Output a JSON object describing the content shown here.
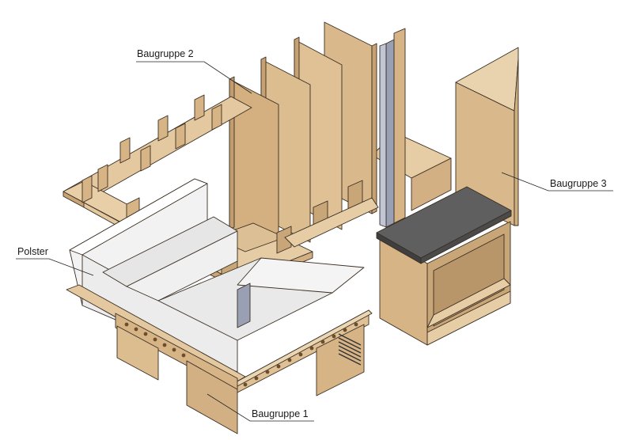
{
  "labels": {
    "baugruppe_1": "Baugruppe 1",
    "baugruppe_2": "Baugruppe 2",
    "baugruppe_3": "Baugruppe 3",
    "polster": "Polster"
  },
  "colors": {
    "wood_light": "#e4c9a0",
    "wood_mid": "#d6b486",
    "wood_dark": "#b9966a",
    "upholstery": "#f2f2f2",
    "upholstery_shade": "#dcdcdc",
    "countertop": "#5f5f5f",
    "countertop_edge": "#3f3f3f",
    "metal_post": "#9aa0b4"
  }
}
